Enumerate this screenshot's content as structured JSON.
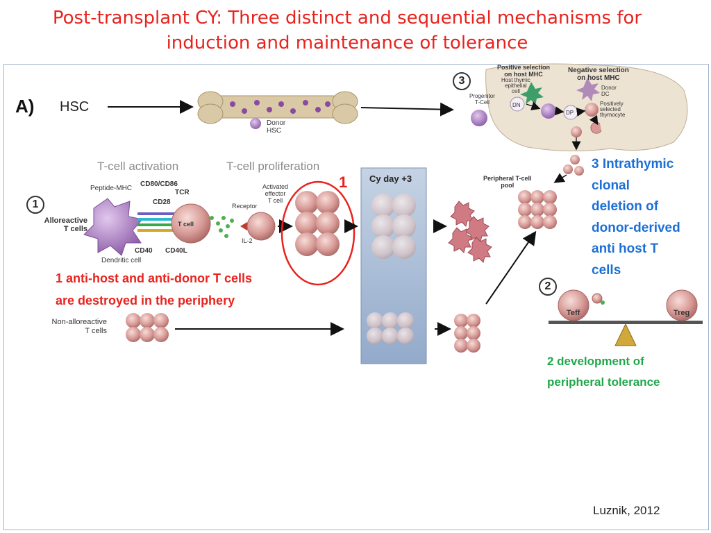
{
  "title": {
    "line1": "Post-transplant CY: Three distinct and sequential mechanisms for",
    "line2": "induction and maintenance of tolerance"
  },
  "panel": {
    "letter": "A)",
    "hsc": "HSC",
    "donor_hsc_line1": "Donor",
    "donor_hsc_line2": "HSC",
    "step3_number": "3",
    "progenitor_line1": "Progenitor",
    "progenitor_line2": "T-Cell",
    "positive_selection_line1": "Positive selection",
    "positive_selection_line2": "on host MHC",
    "host_thymic_line1": "Host thymic",
    "host_thymic_line2": "epithelial",
    "host_thymic_line3": "cell",
    "negative_selection_line1": "Negative selection",
    "negative_selection_line2": "on host MHC",
    "donor_dc_line1": "Donor",
    "donor_dc_line2": "DC",
    "positively_selected_line1": "Positively",
    "positively_selected_line2": "selected",
    "positively_selected_line3": "thymocyte",
    "dn": "DN",
    "dp": "DP",
    "tcell_activation": "T-cell activation",
    "tcell_proliferation": "T-cell proliferation",
    "step1_number": "1",
    "red_marker": "1",
    "peptide_mhc": "Peptide-MHC",
    "cd80_cd86": "CD80/CD86",
    "tcr": "TCR",
    "cd28": "CD28",
    "t_cell": "T cell",
    "cd40": "CD40",
    "cd40l": "CD40L",
    "dendritic_cell": "Dendritic cell",
    "alloreactive_line1": "Alloreactive",
    "alloreactive_line2": "T cells",
    "receptor": "Receptor",
    "il2": "IL-2",
    "activated_line1": "Activated",
    "activated_line2": "effector",
    "activated_line3": "T cell",
    "cy_day": "Cy day +3",
    "peripheral_pool_line1": "Peripheral T-cell",
    "peripheral_pool_line2": "pool",
    "non_alloreactive_line1": "Non-alloreactive",
    "non_alloreactive_line2": "T cells",
    "step2_number": "2",
    "teff": "Teff",
    "treg": "Treg"
  },
  "annotations": {
    "mechanism1_line1": "1 anti-host and anti-donor T cells",
    "mechanism1_line2": "are destroyed in the periphery",
    "mechanism2_line1": "2 development of",
    "mechanism2_line2": "peripheral tolerance",
    "mechanism3_line1": "3 Intrathymic",
    "mechanism3_line2": "clonal",
    "mechanism3_line3": "deletion of",
    "mechanism3_line4": "donor-derived",
    "mechanism3_line5": "anti host T",
    "mechanism3_line6": "cells"
  },
  "citation": "Luznik, 2012",
  "colors": {
    "title_red": "#e8231e",
    "annotation_blue": "#1c6fd6",
    "annotation_green": "#20a84a",
    "cell_pink": "#d79a96",
    "dendritic_purple": "#9a6fb0",
    "cy_band": "#a9bcd4"
  }
}
